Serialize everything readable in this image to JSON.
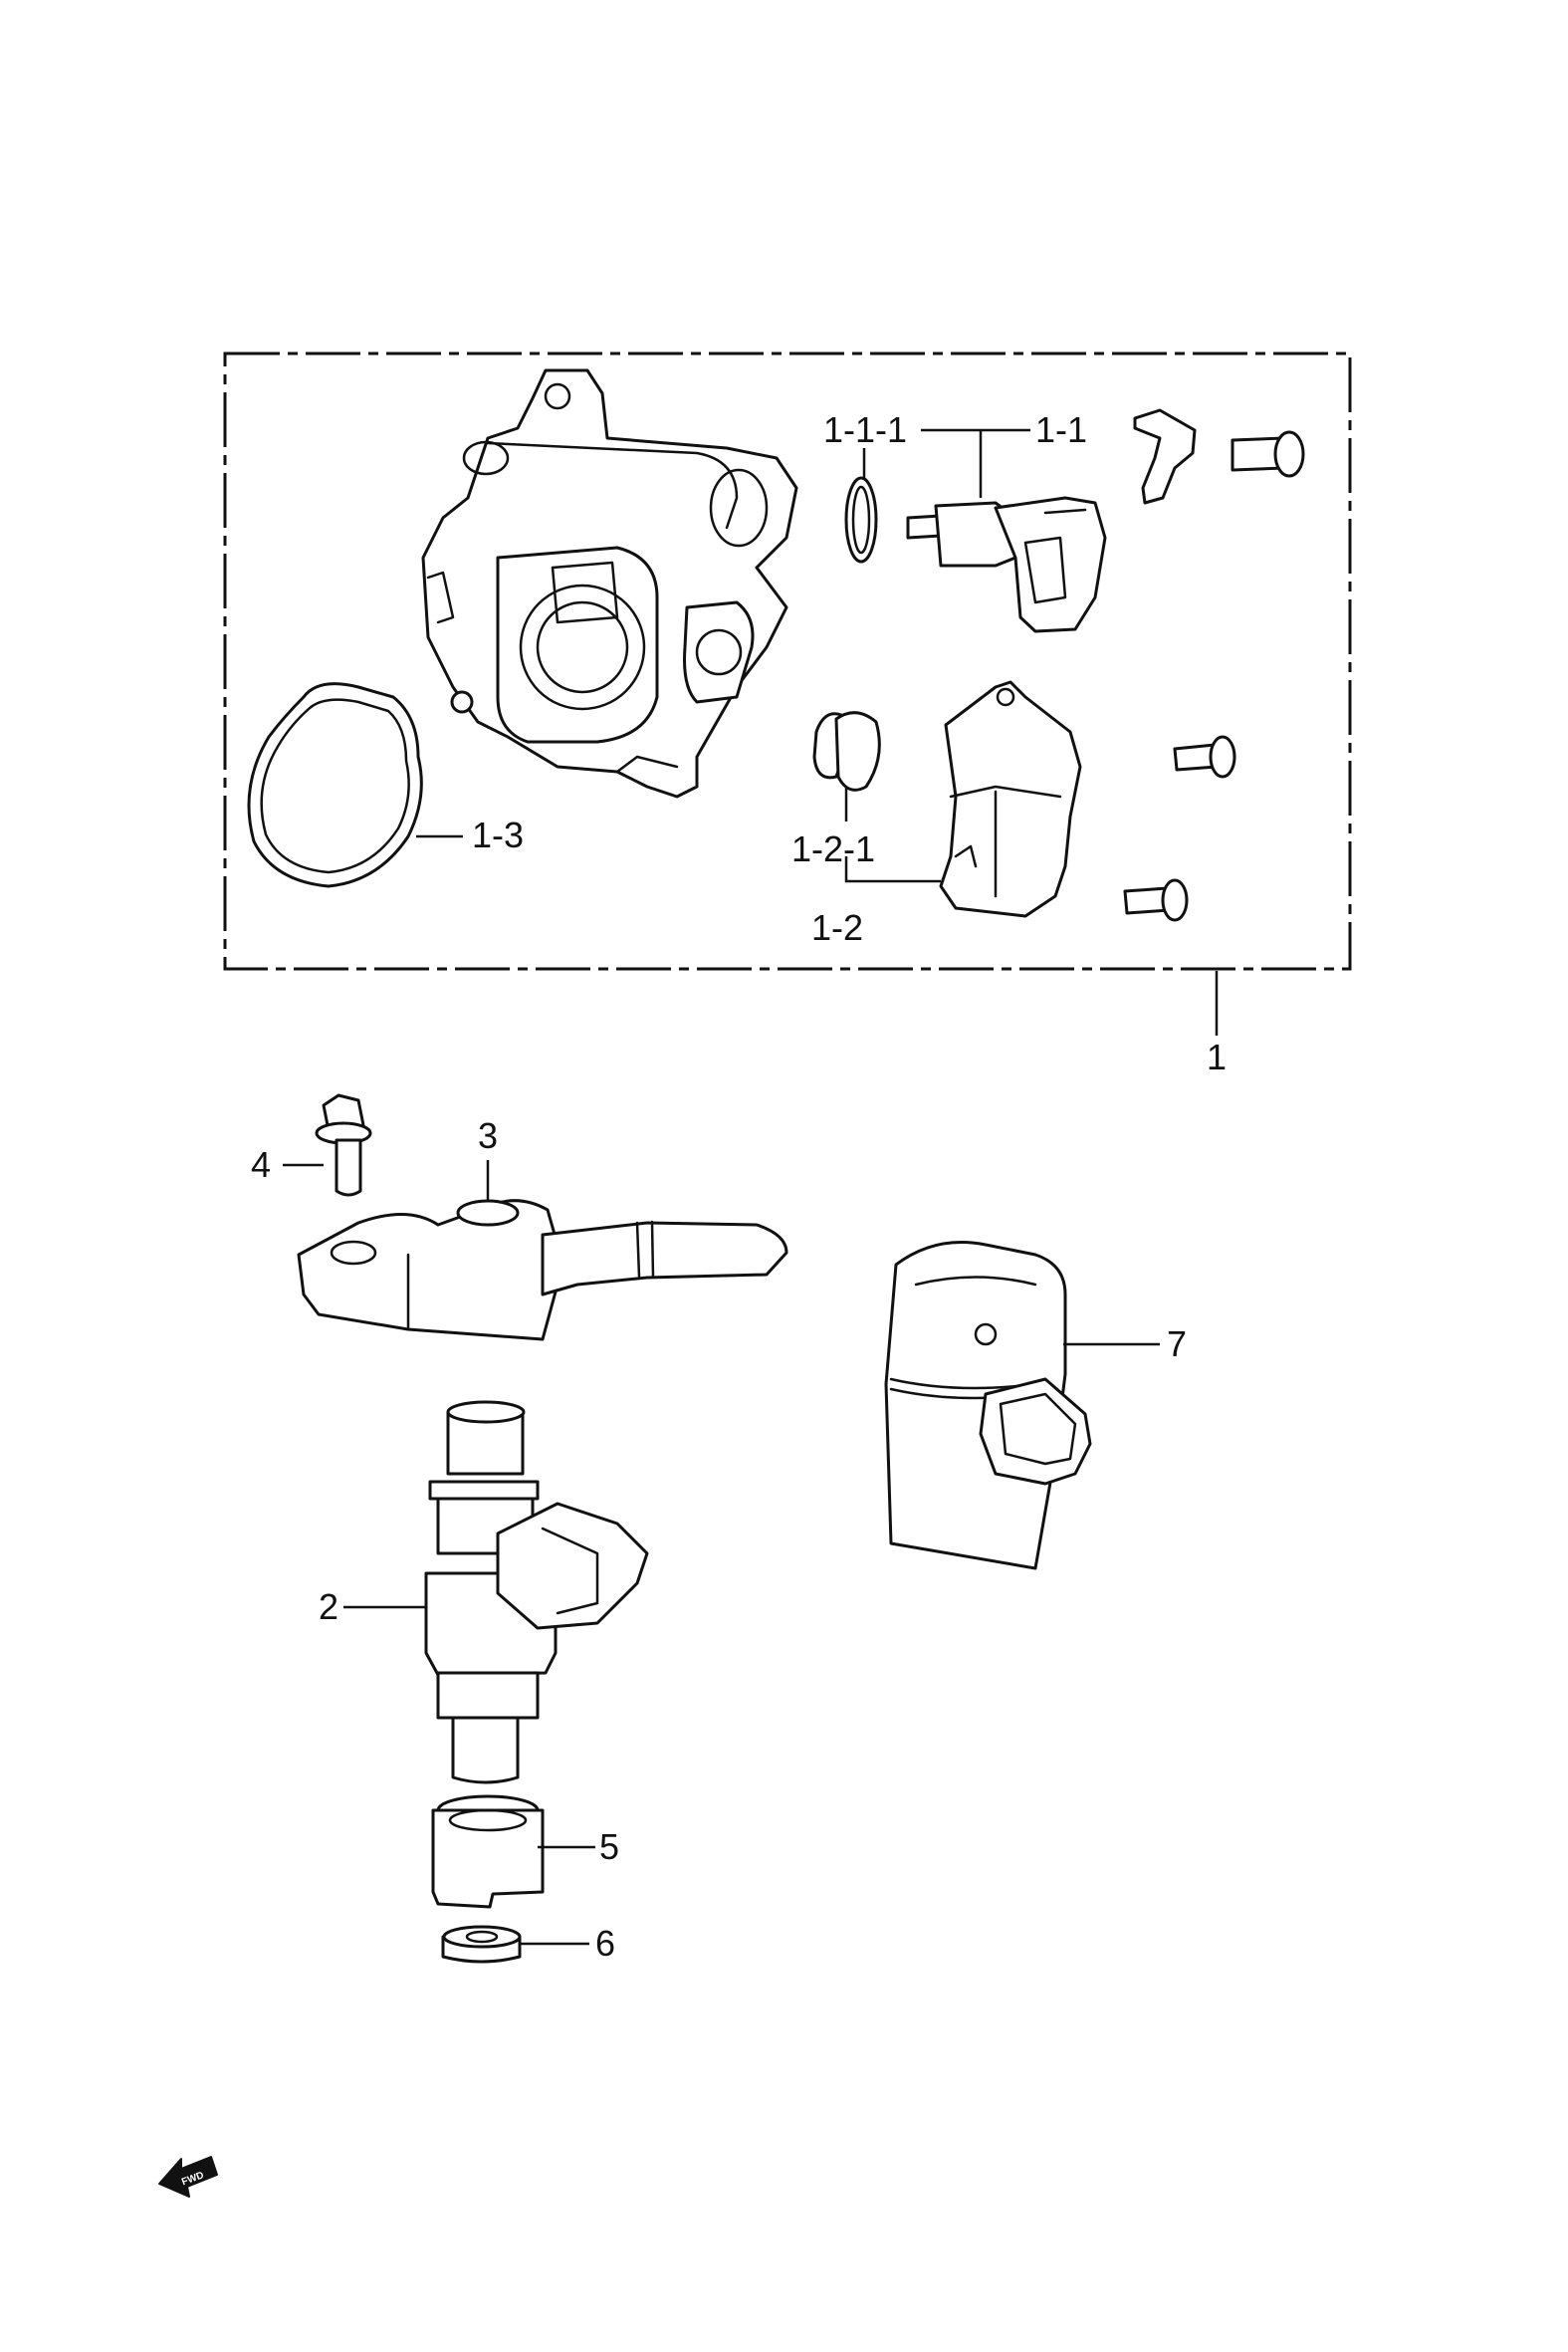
{
  "callouts": {
    "c1": "1",
    "c1_1": "1-1",
    "c1_1_1": "1-1-1",
    "c1_2": "1-2",
    "c1_2_1": "1-2-1",
    "c1_3": "1-3",
    "c2": "2",
    "c3": "3",
    "c4": "4",
    "c5": "5",
    "c6": "6",
    "c7": "7"
  },
  "fwd_badge": "FWD",
  "icons": {
    "direction": "fwd-arrow-icon"
  }
}
